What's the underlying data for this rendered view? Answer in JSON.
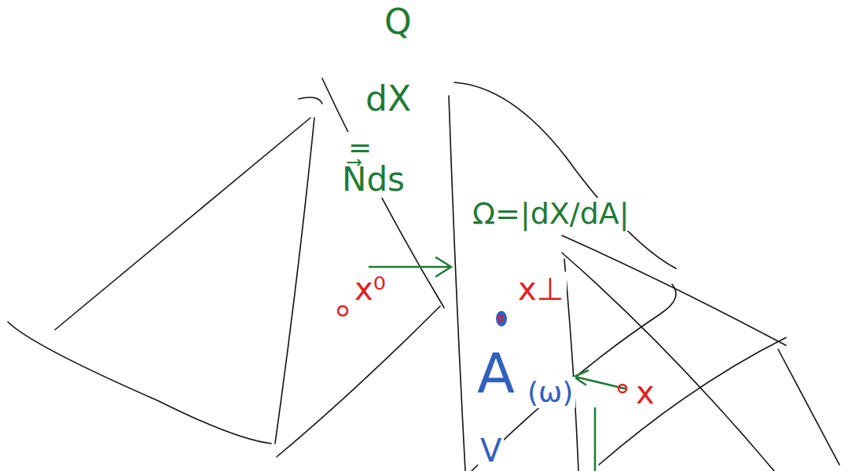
{
  "diagram": {
    "labels": [
      "Q",
      "dX",
      "=",
      "N⃗ds",
      "Ω=|dX/dA|",
      "x⁰",
      "x⊥",
      "A",
      "(ω)",
      "x",
      "V"
    ]
  }
}
